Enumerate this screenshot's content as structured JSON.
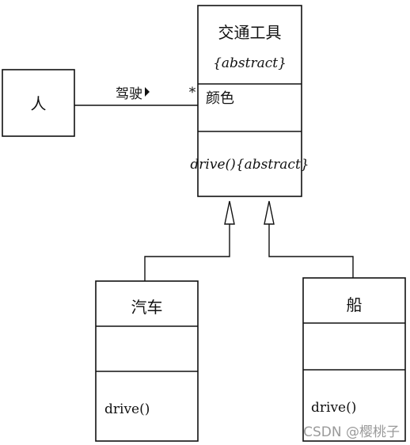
{
  "person": {
    "name": "人"
  },
  "association": {
    "label": "驾驶",
    "multiplicity": "*"
  },
  "vehicle": {
    "name": "交通工具",
    "stereotype": "{abstract}",
    "attribute": "颜色",
    "operation": "drive(){abstract}"
  },
  "car": {
    "name": "汽车",
    "operation": "drive()"
  },
  "ship": {
    "name": "船",
    "operation": "drive()"
  },
  "watermark": "CSDN @樱桃子"
}
